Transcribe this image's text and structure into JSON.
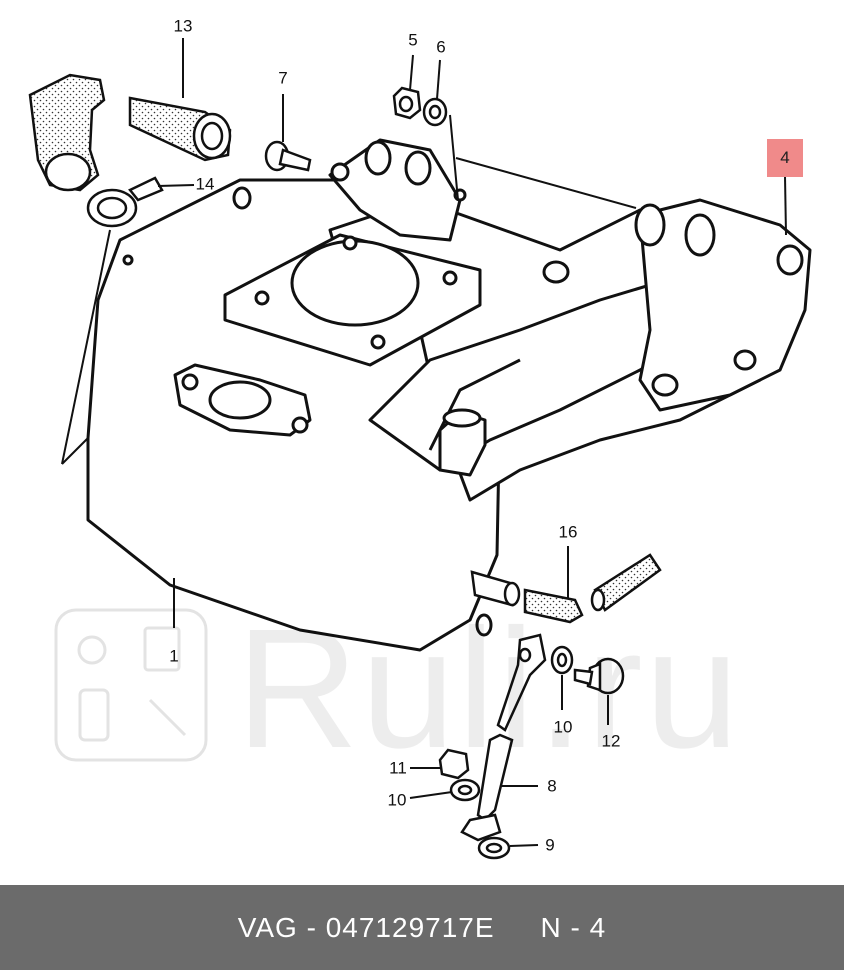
{
  "callouts": {
    "c1": "1",
    "c4": "4",
    "c5": "5",
    "c6": "6",
    "c7": "7",
    "c8": "8",
    "c9": "9",
    "c10a": "10",
    "c10b": "10",
    "c11": "11",
    "c12": "12",
    "c13": "13",
    "c14": "14",
    "c16": "16"
  },
  "watermark": {
    "text": "Ruli.ru"
  },
  "footer": {
    "part_number": "VAG - 047129717E",
    "position": "N - 4"
  },
  "colors": {
    "highlight": "#f08a8a",
    "footer_bg": "#6b6b6b",
    "footer_text": "#ffffff"
  }
}
